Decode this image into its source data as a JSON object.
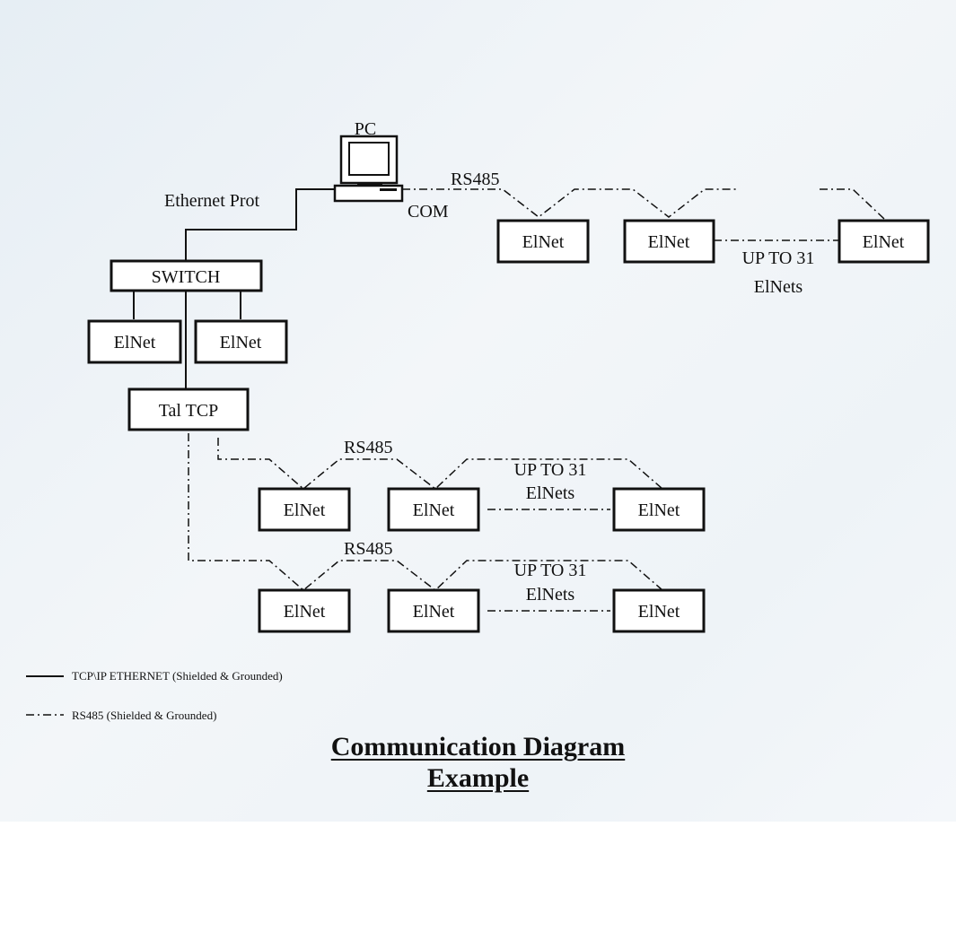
{
  "title": {
    "line1": "Communication Diagram",
    "line2": "Example"
  },
  "pc": {
    "label": "PC"
  },
  "labels": {
    "ethernet_port": "Ethernet Prot",
    "com": "COM",
    "rs485_top": "RS485",
    "rs485_mid": "RS485",
    "rs485_bottom": "RS485",
    "upto_top_1": "UP TO 31",
    "upto_top_2": "ElNets",
    "upto_mid_1": "UP TO 31",
    "upto_mid_2": "ElNets",
    "upto_bot_1": "UP TO 31",
    "upto_bot_2": "ElNets"
  },
  "boxes": {
    "switch": "SWITCH",
    "tal_tcp": "Tal TCP",
    "elnet": "ElNet"
  },
  "legend": {
    "ethernet": "TCP\\IP ETHERNET (Shielded & Grounded)",
    "rs485": "RS485 (Shielded & Grounded)"
  },
  "colors": {
    "line": "#111111",
    "background": "#eef3f7"
  }
}
